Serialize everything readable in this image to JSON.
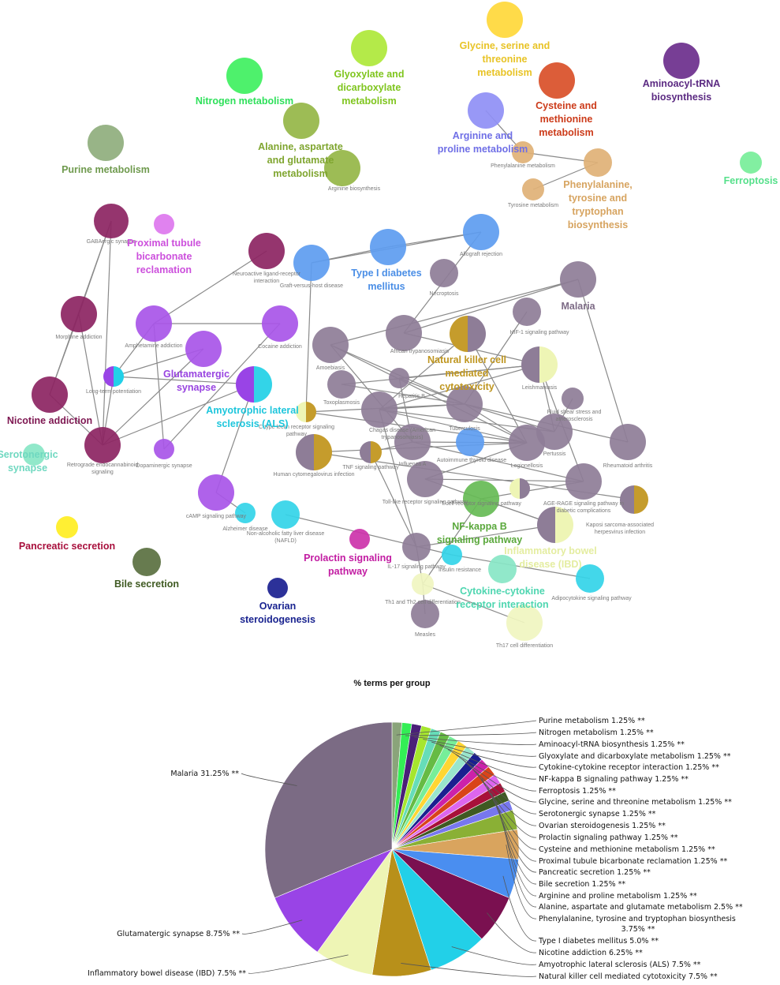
{
  "network": {
    "group_labels": [
      {
        "text": "Nitrogen metabolism",
        "color": "#2ee05a"
      },
      {
        "text": "Glyoxylate and|dicarboxylate|metabolism",
        "color": "#7fc51e"
      },
      {
        "text": "Glycine, serine and|threonine|metabolism",
        "color": "#e8c325"
      },
      {
        "text": "Aminoacyl-tRNA|biosynthesis",
        "color": "#5b2a82"
      },
      {
        "text": "Cysteine and|methionine|metabolism",
        "color": "#cc3b1a"
      },
      {
        "text": "Arginine and|proline metabolism",
        "color": "#6f6fe6"
      },
      {
        "text": "Purine metabolism",
        "color": "#6f9a4e"
      },
      {
        "text": "Alanine, aspartate|and glutamate|metabolism",
        "color": "#7fa52f"
      },
      {
        "text": "Phenylalanine,|tyrosine and|tryptophan|biosynthesis",
        "color": "#d7a460"
      },
      {
        "text": "Ferroptosis",
        "color": "#55e08a"
      },
      {
        "text": "Proximal tubule|bicarbonate|reclamation",
        "color": "#cc4fdc"
      },
      {
        "text": "Type I diabetes|mellitus",
        "color": "#4a8ee6"
      },
      {
        "text": "Malaria",
        "color": "#7d6b86"
      },
      {
        "text": "Natural killer cell|mediated|cytotoxicity",
        "color": "#bf9620"
      },
      {
        "text": "Glutamatergic|synapse",
        "color": "#9844e0"
      },
      {
        "text": "Amyotrophic lateral|sclerosis (ALS)",
        "color": "#1ec6dc"
      },
      {
        "text": "Nicotine addiction",
        "color": "#7e1852"
      },
      {
        "text": "Serotonergic|synapse",
        "color": "#6fd8c0"
      },
      {
        "text": "Pancreatic secretion",
        "color": "#a80f3c"
      },
      {
        "text": "Bile secretion",
        "color": "#3f5a22"
      },
      {
        "text": "Ovarian|steroidogenesis",
        "color": "#1a2490"
      },
      {
        "text": "Prolactin signaling|pathway",
        "color": "#c21ca2"
      },
      {
        "text": "NF-kappa B|signaling pathway",
        "color": "#5aa83c"
      },
      {
        "text": "Inflammatory bowel|disease (IBD)",
        "color": "#e4eda0"
      },
      {
        "text": "Cytokine-cytokine|receptor interaction",
        "color": "#4ed6b0"
      }
    ],
    "node_labels": [
      "Arginine biosynthesis",
      "Phenylalanine metabolism",
      "Tyrosine metabolism",
      "GABAergic synapse",
      "Neuroactive ligand-receptor|interaction",
      "Graft-versus-host disease",
      "Allograft rejection",
      "Necroptosis",
      "HIF-1 signaling pathway",
      "Morphine addiction",
      "Amphetamine addiction",
      "Cocaine addiction",
      "Amoebiasis",
      "African trypanosomiasis",
      "Long-term potentiation",
      "Leishmaniasis",
      "Toxoplasmosis",
      "Hepatitis B",
      "Fluid shear stress and|atherosclerosis",
      "C-type lectin receptor signaling|pathway",
      "Chagas disease (American|trypanosomiasis)",
      "Tuberculosis",
      "Retrograde endocannabinoid|signaling",
      "Dopaminergic synapse",
      "Human cytomegalovirus infection",
      "TNF signaling pathway",
      "Influenza A",
      "Autoimmune thyroid disease",
      "Legionellosis",
      "Pertussis",
      "Rheumatoid arthritis",
      "Toll-like receptor signaling pathway",
      "T cell receptor signaling pathway",
      "AGE-RAGE signaling pathway in|diabetic complications",
      "Kaposi sarcoma-associated|herpesvirus infection",
      "cAMP signaling pathway",
      "Alzheimer disease",
      "Non-alcoholic fatty liver disease|(NAFLD)",
      "IL-17 signaling pathway",
      "Insulin resistance",
      "Adipocytokine signaling pathway",
      "Th1 and Th2 cell differentiation",
      "Th17 cell differentiation",
      "Measles"
    ]
  },
  "chart_data": {
    "type": "pie",
    "title": "% terms per group",
    "slices": [
      {
        "label": "Purine metabolism 1.25% **",
        "value": 1.25,
        "color": "#8aa47a"
      },
      {
        "label": "Nitrogen metabolism 1.25% **",
        "value": 1.25,
        "color": "#33ee55"
      },
      {
        "label": "Aminoacyl-tRNA biosynthesis 1.25% **",
        "value": 1.25,
        "color": "#4a1f78"
      },
      {
        "label": "Glyoxylate and dicarboxylate metabolism 1.25% **",
        "value": 1.25,
        "color": "#a6e62e"
      },
      {
        "label": "Cytokine-cytokine receptor interaction 1.25% **",
        "value": 1.25,
        "color": "#66ddb8"
      },
      {
        "label": "NF-kappa B signaling pathway 1.25% **",
        "value": 1.25,
        "color": "#66bb44"
      },
      {
        "label": "Ferroptosis 1.25% **",
        "value": 1.25,
        "color": "#77ee99"
      },
      {
        "label": "Glycine, serine and threonine metabolism 1.25% **",
        "value": 1.25,
        "color": "#ffd633"
      },
      {
        "label": "Serotonergic synapse 1.25% **",
        "value": 1.25,
        "color": "#99e6cc"
      },
      {
        "label": "Ovarian steroidogenesis 1.25% **",
        "value": 1.25,
        "color": "#1a2090"
      },
      {
        "label": "Prolactin signaling pathway 1.25% **",
        "value": 1.25,
        "color": "#cc22aa"
      },
      {
        "label": "Cysteine and methionine metabolism 1.25% **",
        "value": 1.25,
        "color": "#d9441a"
      },
      {
        "label": "Proximal tubule bicarbonate reclamation 1.25% **",
        "value": 1.25,
        "color": "#dd66ee"
      },
      {
        "label": "Pancreatic secretion 1.25% **",
        "value": 1.25,
        "color": "#a8103a"
      },
      {
        "label": "Bile secretion 1.25% **",
        "value": 1.25,
        "color": "#3f5a22"
      },
      {
        "label": "Arginine and proline metabolism 1.25% **",
        "value": 1.25,
        "color": "#7777ee"
      },
      {
        "label": "Alanine, aspartate and glutamate metabolism 2.5% **",
        "value": 2.5,
        "color": "#8ab035"
      },
      {
        "label": "Phenylalanine, tyrosine and tryptophan biosynthesis|3.75% **",
        "value": 3.75,
        "color": "#d9a45e"
      },
      {
        "label": "Type I diabetes mellitus 5.0% **",
        "value": 5.0,
        "color": "#4a8ef0"
      },
      {
        "label": "Nicotine addiction 6.25% **",
        "value": 6.25,
        "color": "#7a1050"
      },
      {
        "label": "Amyotrophic lateral sclerosis (ALS) 7.5% **",
        "value": 7.5,
        "color": "#22d0e8"
      },
      {
        "label": "Natural killer cell mediated cytotoxicity 7.5% **",
        "value": 7.5,
        "color": "#b8901a"
      },
      {
        "label": "Inflammatory bowel disease (IBD) 7.5% **",
        "value": 7.5,
        "color": "#eef5b5"
      },
      {
        "label": "Glutamatergic synapse 8.75% **",
        "value": 8.75,
        "color": "#9944e6"
      },
      {
        "label": "Malaria 31.25% **",
        "value": 31.25,
        "color": "#7b6b84"
      }
    ]
  }
}
